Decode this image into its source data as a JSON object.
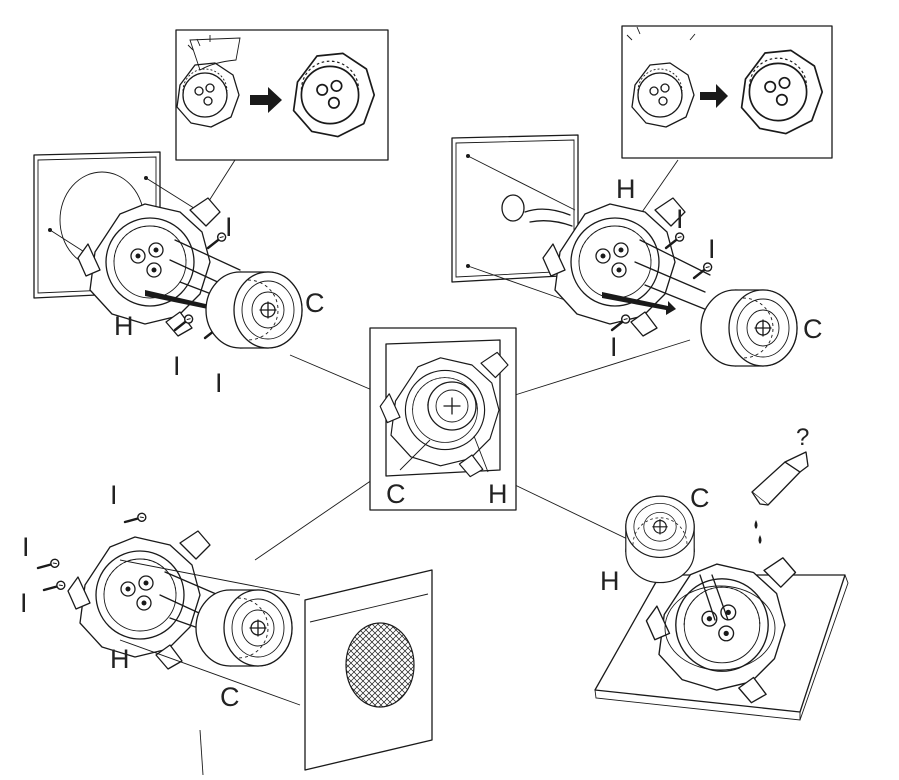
{
  "labels": {
    "h": "H",
    "c": "C",
    "i": "I",
    "question": "?"
  },
  "colors": {
    "ink": "#1a1a1a",
    "paper": "#ffffff"
  }
}
